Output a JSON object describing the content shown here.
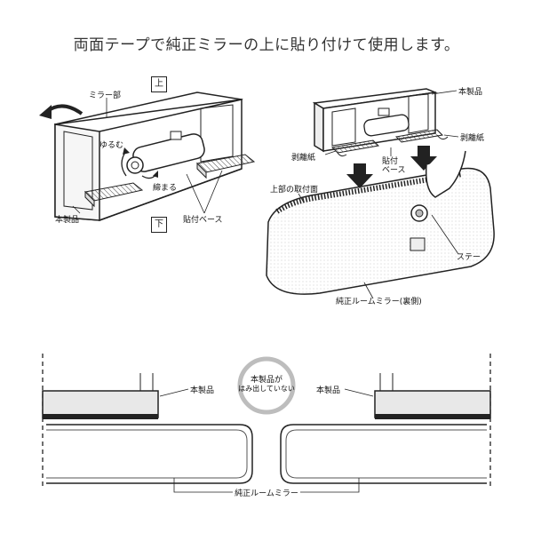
{
  "title": "両面テープで純正ミラーの上に貼り付けて使用します。",
  "left_figure": {
    "mirror_part": "ミラー部",
    "loosen": "ゆるむ",
    "tighten": "締まる",
    "product": "本製品",
    "adhesive_base": "貼付ベース",
    "top": "上",
    "bottom": "下"
  },
  "right_figure": {
    "product": "本製品",
    "release_paper_right": "剥離紙",
    "release_paper_left": "剥離紙",
    "adhesive_base_line1": "貼付",
    "adhesive_base_line2": "ベース",
    "top_mount_surface": "上部の取付面",
    "stay": "ステー",
    "oem_mirror_back": "純正ルームミラー(裏側)"
  },
  "bottom_figure": {
    "product_left": "本製品",
    "product_right": "本製品",
    "badge_line1": "本製品が",
    "badge_line2": "はみ出していない",
    "oem_mirror": "純正ルームミラー"
  }
}
